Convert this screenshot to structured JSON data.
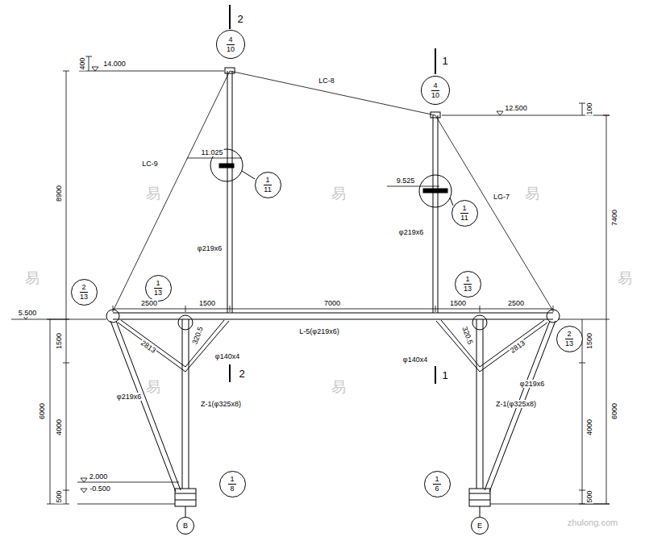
{
  "diagram": {
    "nodes": [
      {
        "text": [
          "4",
          "10"
        ]
      },
      {
        "text": [
          "4",
          "10"
        ]
      },
      {
        "text": [
          "1",
          "11"
        ]
      },
      {
        "text": [
          "1",
          "11"
        ]
      },
      {
        "text": [
          "2",
          "13"
        ]
      },
      {
        "text": [
          "1",
          "13"
        ]
      },
      {
        "text": [
          "1",
          "13"
        ]
      },
      {
        "text": [
          "2",
          "13"
        ]
      },
      {
        "text": [
          "1",
          "8"
        ]
      },
      {
        "text": [
          "1",
          "6"
        ]
      },
      {
        "text": [
          "B"
        ]
      },
      {
        "text": [
          "E"
        ]
      }
    ],
    "labels": [
      "2",
      "14.000",
      "400",
      "LC-8",
      "1",
      "12.500",
      "100",
      "8900",
      "11.025",
      "LC-9",
      "9.525",
      "LG-7",
      "7400",
      "φ219x6",
      "φ219x6",
      "5.500",
      "2500",
      "1500",
      "7000",
      "1500",
      "2500",
      "1500",
      "320.5",
      "2813",
      "φ140x4",
      "L-5(φ219x6)",
      "2",
      "1",
      "320.5",
      "φ140x4",
      "2813",
      "1500",
      "φ219x6",
      "Z-1(φ325x8)",
      "Z-1(φ325x8)",
      "φ219x6",
      "6000",
      "4000",
      "6000",
      "4000",
      "2.000",
      "-0.500",
      "500",
      "500",
      "zhulong.com",
      "易",
      "易",
      "易",
      "易",
      "易",
      "易",
      "易"
    ]
  }
}
